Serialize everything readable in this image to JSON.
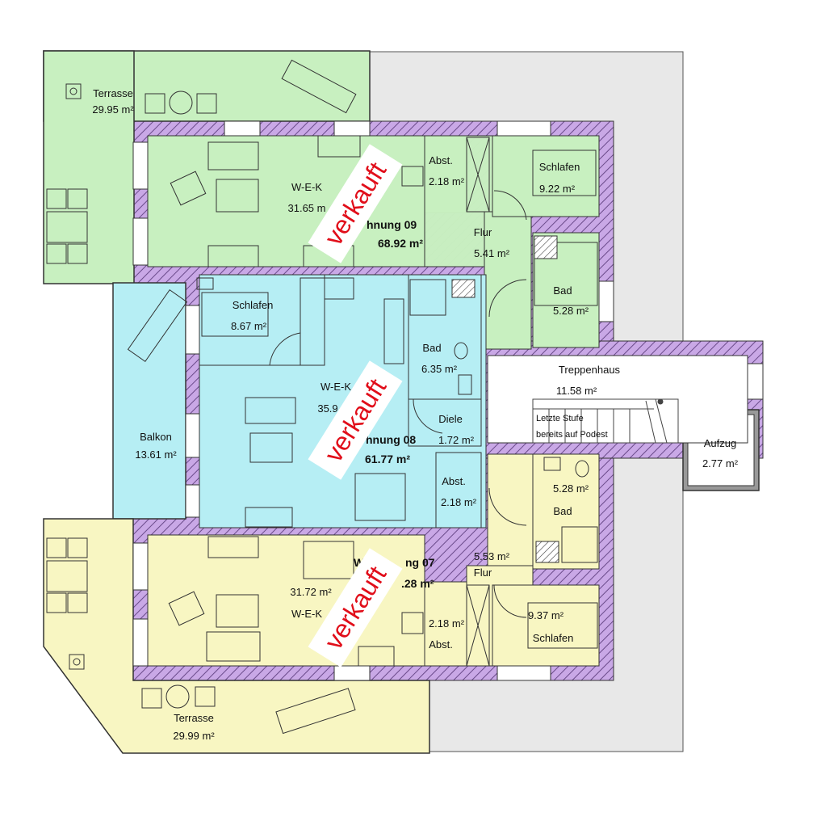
{
  "colors": {
    "green": "#c8f0c0",
    "blue": "#b6eef4",
    "yellow": "#f8f6c2",
    "wall": "#c9a8e6",
    "wall_line": "#6a4a8a",
    "grey": "#e8e8e8",
    "stamp": "#e10e1a"
  },
  "stamp_text": "verkauft",
  "apartments": {
    "w09": {
      "title": "hnung 09",
      "area": "68.92 m²",
      "rooms": {
        "terrasse_name": "Terrasse",
        "terrasse_area": "29.95 m²",
        "wek_name": "W-E-K",
        "wek_area": "31.65 m",
        "abst_name": "Abst.",
        "abst_area": "2.18 m²",
        "schlafen_name": "Schlafen",
        "schlafen_area": "9.22 m²",
        "flur_name": "Flur",
        "flur_area": "5.41 m²",
        "bad_name": "Bad",
        "bad_area": "5.28 m²"
      }
    },
    "w08": {
      "title": "hnung 08",
      "area": "61.77 m²",
      "rooms": {
        "balkon_name": "Balkon",
        "balkon_area": "13.61 m²",
        "schlafen_name": "Schlafen",
        "schlafen_area": "8.67 m²",
        "wek_name": "W-E-K",
        "wek_area": "35.9",
        "bad_name": "Bad",
        "bad_area": "6.35 m²",
        "diele_name": "Diele",
        "diele_area": "1.72 m²",
        "abst_name": "Abst.",
        "abst_area": "2.18 m²"
      }
    },
    "w07": {
      "title_a": "W",
      "title_b": "ng 07",
      "area": ".28 m²",
      "rooms": {
        "terrasse_name": "Terrasse",
        "terrasse_area": "29.99 m²",
        "wek_area": "31.72 m²",
        "wek_name": "W-E-K",
        "abst_area": "2.18 m²",
        "abst_name": "Abst.",
        "flur_area": "5.53 m²",
        "flur_name": "Flur",
        "bad_area": "5.28 m²",
        "bad_name": "Bad",
        "schlafen_area": "9.37 m²",
        "schlafen_name": "Schlafen"
      }
    }
  },
  "common": {
    "treppenhaus_name": "Treppenhaus",
    "treppenhaus_area": "11.58 m²",
    "stair_note_1": "Letzte Stufe",
    "stair_note_2": "bereits auf Podest",
    "aufzug_name": "Aufzug",
    "aufzug_area": "2.77 m²"
  }
}
